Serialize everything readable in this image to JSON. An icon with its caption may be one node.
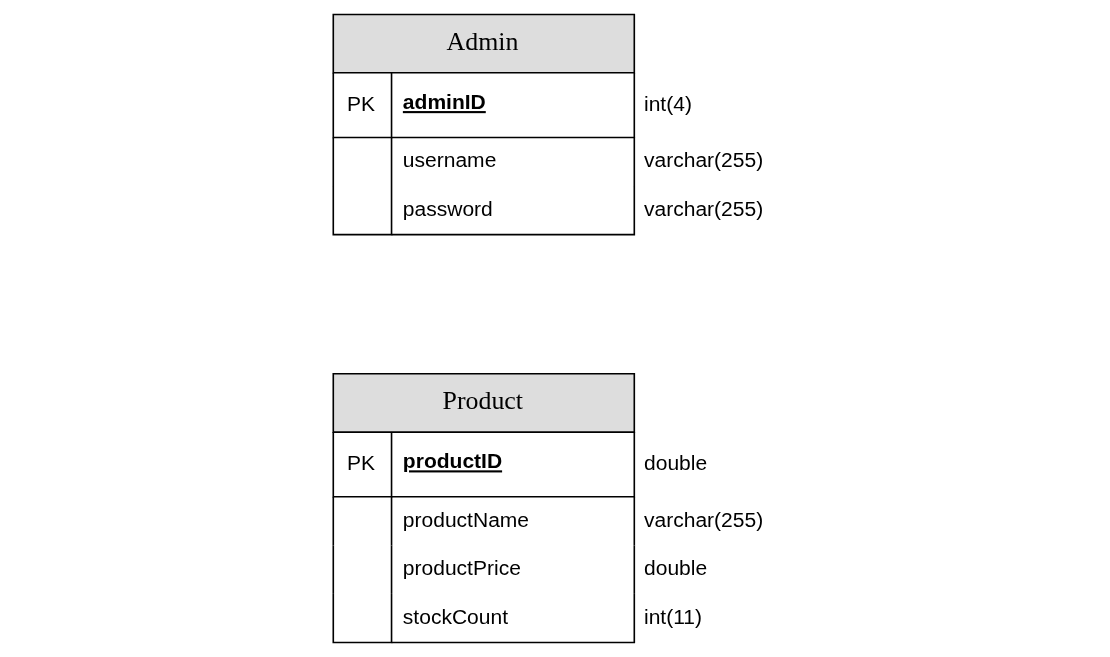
{
  "diagram": {
    "nodes": [
      {
        "text": [
          "Admin",
          "PK",
          "adminID",
          "username",
          "password"
        ],
        "beside": [
          "int(4)",
          "varchar(255)",
          "varchar(255)"
        ]
      },
      {
        "text": [
          "Product",
          "PK",
          "productID",
          "productName",
          "productPrice",
          "stockCount"
        ],
        "beside": [
          "double",
          "varchar(255)",
          "double",
          "int(11)"
        ]
      }
    ]
  }
}
